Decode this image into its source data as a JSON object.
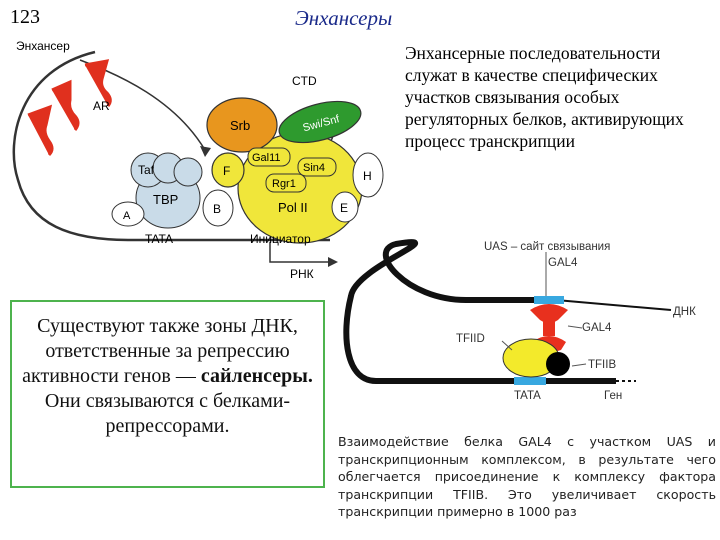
{
  "slide": {
    "number": "123",
    "title": "Энхансеры"
  },
  "intro": {
    "text": "Энхансерные последовательности служат в качестве специфических участков связывания особых регуляторных белков, активирующих процесс транскрипции"
  },
  "silencer": {
    "before": "Существуют также зоны ДНК, ответственные за репрессию активности генов — ",
    "bold": "сайленсеры.",
    "after": " Они связываются с белками-репрессорами."
  },
  "left_diagram": {
    "labels": {
      "enhancer": "Энхансер",
      "ctd": "CTD",
      "ar": "AR",
      "srb": "Srb",
      "swi_snf": "Swi/Snf",
      "taf": "Taf",
      "tbp": "TBP",
      "f": "F",
      "gal11": "Gal11",
      "sin4": "Sin4",
      "rgr1": "Rgr1",
      "pol2": "Pol II",
      "h": "H",
      "a": "A",
      "b": "B",
      "e": "E",
      "tata": "TATA",
      "initiator": "Инициатор",
      "rnk": "РНК"
    }
  },
  "right_diagram": {
    "labels": {
      "uas": "UAS – сайт связывания",
      "gal4_top": "GAL4",
      "gal4_mid": "GAL4",
      "dnk": "ДНК",
      "tfiid": "TFIID",
      "tfiib": "TFIIB",
      "tata": "TATA",
      "gene": "Ген"
    }
  },
  "caption": {
    "text": "Взаимодействие белка GAL4 с участком UAS и транскрипционным комплексом, в результате чего облегчается присоединение к комплексу фактора транскрипции TFIIB. Это увеличивает скорость транскрипции примерно в 1000 раз"
  },
  "colors": {
    "title": "#1a2a8a",
    "srb": "#e8961e",
    "swi_snf": "#2e9a2e",
    "pol2": "#f0e63a",
    "tf_blue": "#c9dbe8",
    "enhancer_red": "#e0301e",
    "uas_blue": "#38a8e0",
    "gal4_red": "#e8301e",
    "tfiid_yellow": "#f3ea2b",
    "box_border": "#4db34d"
  }
}
